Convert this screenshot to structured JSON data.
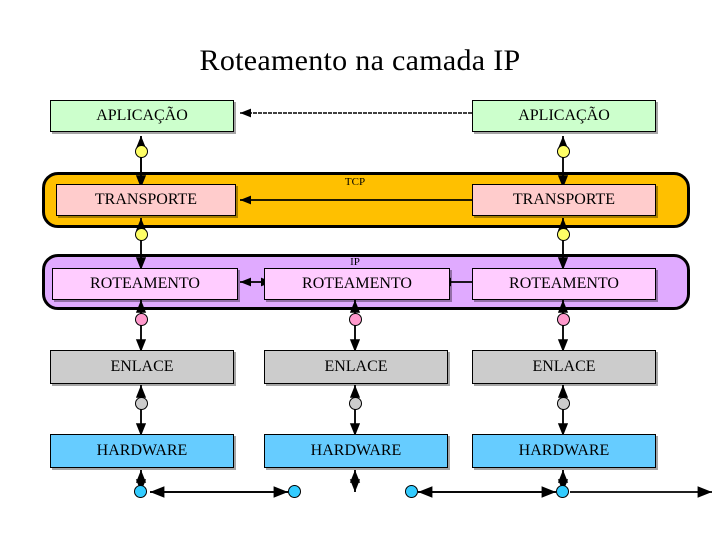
{
  "title": "Roteamento na camada IP",
  "labels": {
    "tcp": "TCP",
    "ip": "IP"
  },
  "columns": [
    {
      "name": "host-left",
      "boxes": [
        {
          "layer": "aplicacao",
          "label": "APLICAÇÃO"
        },
        {
          "layer": "transporte",
          "label": "TRANSPORTE"
        },
        {
          "layer": "roteamento",
          "label": "ROTEAMENTO"
        },
        {
          "layer": "enlace",
          "label": "ENLACE"
        },
        {
          "layer": "hardware",
          "label": "HARDWARE"
        }
      ]
    },
    {
      "name": "router-middle",
      "boxes": [
        {
          "layer": "roteamento",
          "label": "ROTEAMENTO"
        },
        {
          "layer": "enlace",
          "label": "ENLACE"
        },
        {
          "layer": "hardware",
          "label": "HARDWARE"
        }
      ]
    },
    {
      "name": "host-right",
      "boxes": [
        {
          "layer": "aplicacao",
          "label": "APLICAÇÃO"
        },
        {
          "layer": "transporte",
          "label": "TRANSPORTE"
        },
        {
          "layer": "roteamento",
          "label": "ROTEAMENTO"
        },
        {
          "layer": "enlace",
          "label": "ENLACE"
        },
        {
          "layer": "hardware",
          "label": "HARDWARE"
        }
      ]
    }
  ],
  "colors": {
    "aplicacao": "#ccffcc",
    "transporte": "#ffcccc",
    "roteamento": "#ffccff",
    "enlace": "#cccccc",
    "hardware": "#66ccff",
    "band_tcp": "#ffc000",
    "band_ip": "#e0aaff",
    "dot_yellow": "#ffff66",
    "dot_pink": "#ff99cc",
    "dot_grey": "#cccccc",
    "dot_cyan": "#33ccff",
    "line": "#000000"
  }
}
